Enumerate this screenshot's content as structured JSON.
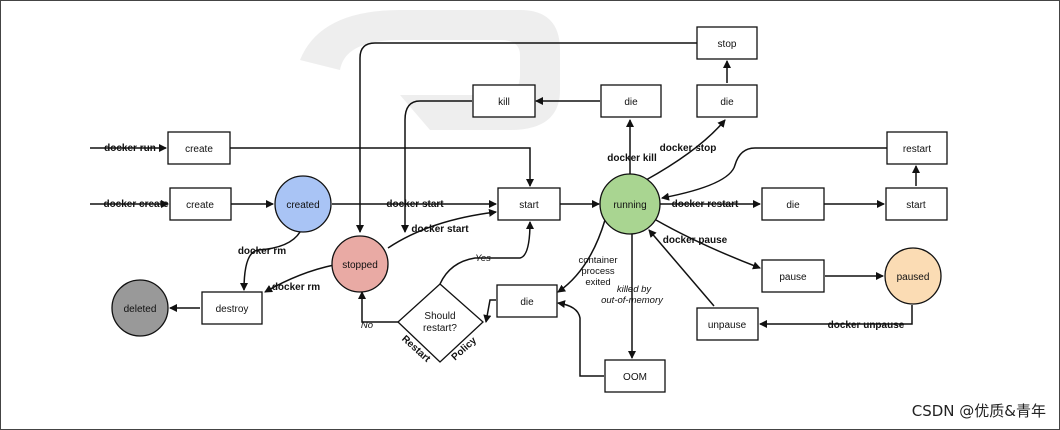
{
  "nodes": {
    "create_run": "create",
    "create_create": "create",
    "created": "created",
    "start": "start",
    "running": "running",
    "stopped": "stopped",
    "deleted": "deleted",
    "destroy": "destroy",
    "kill": "kill",
    "die_kill": "die",
    "die_stop": "die",
    "stop": "stop",
    "restart_box": "restart",
    "die_restart": "die",
    "start_restart": "start",
    "pause": "pause",
    "paused": "paused",
    "unpause": "unpause",
    "die_exit": "die",
    "oom": "OOM",
    "should_restart_1": "Should",
    "should_restart_2": "restart?"
  },
  "labels": {
    "docker_run": "docker run",
    "docker_create": "docker create",
    "docker_start_1": "docker start",
    "docker_start_2": "docker start",
    "docker_rm_1": "docker rm",
    "docker_rm_2": "docker rm",
    "docker_kill": "docker kill",
    "docker_stop": "docker stop",
    "docker_restart": "docker restart",
    "docker_pause": "docker pause",
    "docker_unpause": "docker unpause",
    "container_exited_1": "container",
    "container_exited_2": "process",
    "container_exited_3": "exited",
    "killed_oom_1": "killed by",
    "killed_oom_2": "out-of-memory",
    "yes": "Yes",
    "no": "No",
    "restart_policy_1": "Restart",
    "restart_policy_2": "Policy"
  },
  "watermark": "CSDN @优质&青年",
  "colors": {
    "created": "#a9c4f5",
    "stopped": "#e9aaa4",
    "running": "#a9d591",
    "paused": "#fbdcb4",
    "deleted": "#999999"
  }
}
